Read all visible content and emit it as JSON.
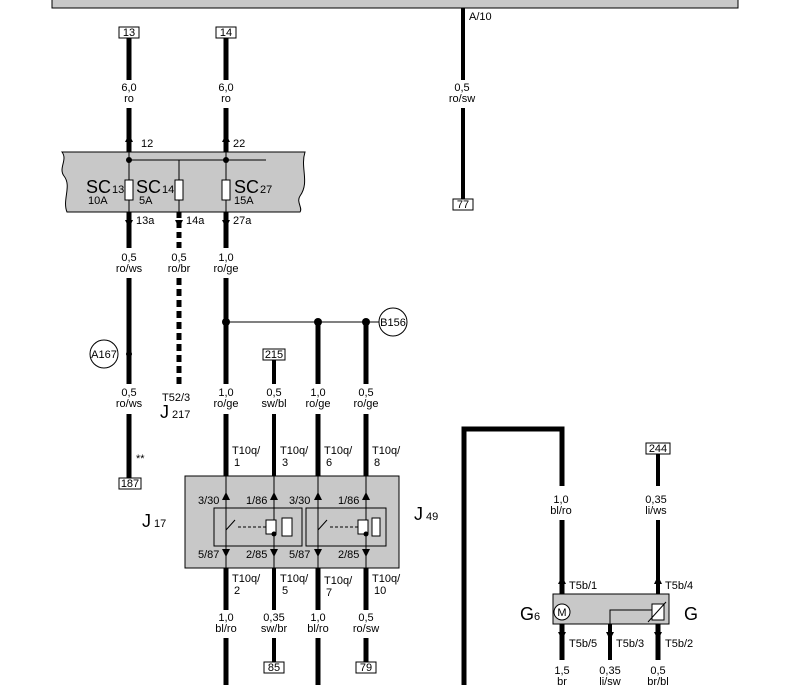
{
  "top_bus": {
    "conn": "A/10"
  },
  "fuse_block": {
    "pins_in": [
      "12",
      "22"
    ],
    "pins_out": [
      "13a",
      "14a",
      "27a"
    ],
    "fuses": [
      {
        "name": "SC",
        "num": "13",
        "rating": "10A"
      },
      {
        "name": "SC",
        "num": "14",
        "rating": "5A"
      },
      {
        "name": "SC",
        "num": "27",
        "rating": "15A"
      }
    ]
  },
  "refs": {
    "r13": "13",
    "r14": "14",
    "r77": "77",
    "r215": "215",
    "r187": "187",
    "r244": "244",
    "r85": "85",
    "r79": "79"
  },
  "wires": {
    "w13": {
      "size": "6,0",
      "color": "ro"
    },
    "w14": {
      "size": "6,0",
      "color": "ro"
    },
    "wA10": {
      "size": "0,5",
      "color": "ro/sw"
    },
    "w13a": {
      "size": "0,5",
      "color": "ro/ws"
    },
    "w14a": {
      "size": "0,5",
      "color": "ro/br"
    },
    "w27a": {
      "size": "1,0",
      "color": "ro/ge"
    },
    "wA167": {
      "size": "0,5",
      "color": "ro/ws"
    },
    "wT1": {
      "size": "1,0",
      "color": "ro/ge"
    },
    "w215": {
      "size": "0,5",
      "color": "sw/bl"
    },
    "wT6": {
      "size": "1,0",
      "color": "ro/ge"
    },
    "wT8": {
      "size": "0,5",
      "color": "ro/ge"
    },
    "wT2": {
      "size": "1,0",
      "color": "bl/ro"
    },
    "wT5": {
      "size": "0,35",
      "color": "sw/br"
    },
    "wT7": {
      "size": "1,0",
      "color": "bl/ro"
    },
    "wT10": {
      "size": "0,5",
      "color": "ro/sw"
    },
    "wG1": {
      "size": "1,0",
      "color": "bl/ro"
    },
    "wG4": {
      "size": "0,35",
      "color": "li/ws"
    },
    "wG5": {
      "size": "1,5",
      "color": "br"
    },
    "wG3": {
      "size": "0,35",
      "color": "li/sw"
    },
    "wG2": {
      "size": "0,5",
      "color": "br/bl"
    }
  },
  "nodes": {
    "a167": "A167",
    "b156": "B156"
  },
  "t52": {
    "conn": "T52/3",
    "comp": "J",
    "sub": "217"
  },
  "relay_box": {
    "left_name": "J",
    "left_sub": "17",
    "right_name": "J",
    "right_sub": "49",
    "pins_top": [
      "3/30",
      "1/86",
      "3/30",
      "1/86"
    ],
    "pins_bot": [
      "5/87",
      "2/85",
      "5/87",
      "2/85"
    ]
  },
  "tconn": {
    "c1": {
      "a": "T10q/",
      "b": "1"
    },
    "c3": {
      "a": "T10q/",
      "b": "3"
    },
    "c6": {
      "a": "T10q/",
      "b": "6"
    },
    "c8": {
      "a": "T10q/",
      "b": "8"
    },
    "c2": {
      "a": "T10q/",
      "b": "2"
    },
    "c5": {
      "a": "T10q/",
      "b": "5"
    },
    "c7": {
      "a": "T10q/",
      "b": "7"
    },
    "c10": {
      "a": "T10q/",
      "b": "10"
    }
  },
  "double_star": "**",
  "g_box": {
    "left_name": "G",
    "left_sub": "6",
    "right_name": "G",
    "motor": "M",
    "pins": [
      "T5b/1",
      "T5b/4",
      "T5b/5",
      "T5b/3",
      "T5b/2"
    ]
  }
}
